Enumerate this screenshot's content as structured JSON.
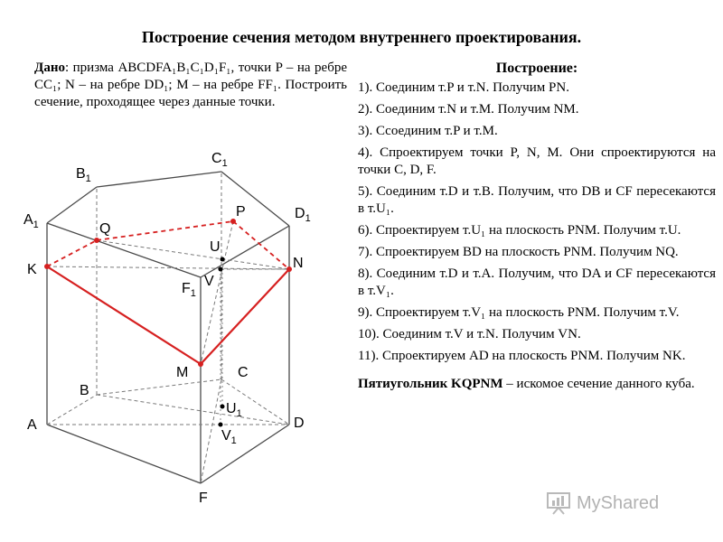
{
  "title": "Построение сечения методом внутреннего проектирования.",
  "given": {
    "label": "Дано",
    "text": ": призма ABCDFA₁B₁C₁D₁F₁, точки P – на ребре CC₁; N – на ребре DD₁; M – на ребре FF₁. Построить сечение, проходящее через данные точки."
  },
  "construction": {
    "heading": "Построение:",
    "steps": [
      "1). Соединим т.P и т.N. Получим PN.",
      "2). Соединим т.N и т.M. Получим NM.",
      "3). Ссоединим т.P и т.M.",
      "4). Спроектируем точки P, N, M. Они спроектируются на точки C, D, F.",
      "5). Соединим т.D и т.B. Получим, что DB и CF пересекаются в т.U₁.",
      "6). Спроектируем т.U₁ на плоскость PNM. Получим т.U.",
      "7). Спроектируем BD на плоскость PNM. Получим NQ.",
      "8). Соединим т.D и т.A. Получим, что DA и CF пересекаются в т.V₁.",
      "9). Спроектируем т.V₁ на плоскость PNM. Получим т.V.",
      "10). Соединим т.V и т.N. Получим VN.",
      "11). Спроектируем AD на плоскость PNM. Получим NK."
    ],
    "conclusion_bold": "Пятиугольник KQPNM",
    "conclusion_rest": " – искомое сечение данного куба."
  },
  "diagram": {
    "labels": {
      "A": "A",
      "B": "B",
      "C": "C",
      "D": "D",
      "F": "F",
      "A1": "A",
      "B1": "B",
      "C1": "C",
      "D1": "D",
      "F1": "F",
      "sub1": "1",
      "P": "P",
      "N": "N",
      "M": "M",
      "K": "K",
      "Q": "Q",
      "U": "U",
      "V": "V",
      "U1": "U",
      "V1": "V"
    },
    "colors": {
      "section": "#d62020",
      "edge": "#4a4a4a",
      "hidden": "#7a7a7a"
    }
  },
  "watermark": "MyShared"
}
